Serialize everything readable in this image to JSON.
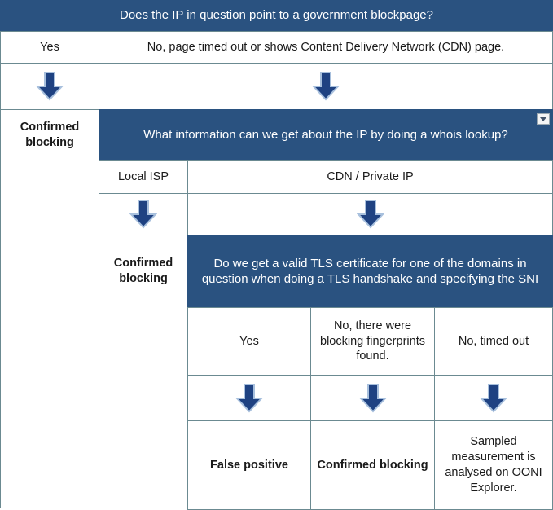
{
  "diagram": {
    "title_bar": {
      "question": "Does the IP in question point to a government blockpage?"
    },
    "level1": {
      "answer_yes": "Yes",
      "answer_no": "No, page timed out or shows Content Delivery Network (CDN) page.",
      "outcome_yes": "Confirmed blocking",
      "arrow_icon": "down-arrow-icon"
    },
    "level2": {
      "question": "What information can we get about the IP by doing a whois lookup?",
      "dropdown_icon": "chevron-down-icon",
      "answer_local_isp": "Local ISP",
      "answer_cdn": "CDN / Private IP",
      "outcome_local_isp": "Confirmed blocking"
    },
    "level3": {
      "question": "Do we get a valid TLS certificate for one of the domains in question when doing a TLS handshake and specifying the SNI",
      "answers": [
        "Yes",
        "No, there were blocking fingerprints found.",
        "No, timed out"
      ],
      "outcomes": [
        "False positive",
        "Confirmed blocking",
        "Sampled measurement is analysed on OONI Explorer."
      ]
    },
    "colors": {
      "header_blue": "#2a5280",
      "arrow_fill": "#1f4282",
      "arrow_outline": "#a8c0dd",
      "grid_line": "#6b8a91",
      "background": "#ffffff"
    }
  }
}
